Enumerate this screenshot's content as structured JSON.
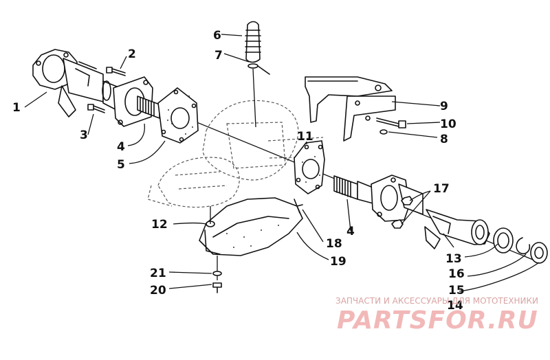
{
  "callouts": [
    {
      "id": "1",
      "text": "1"
    },
    {
      "id": "2",
      "text": "2"
    },
    {
      "id": "3",
      "text": "3"
    },
    {
      "id": "4a",
      "text": "4"
    },
    {
      "id": "5",
      "text": "5"
    },
    {
      "id": "6",
      "text": "6"
    },
    {
      "id": "7",
      "text": "7"
    },
    {
      "id": "8",
      "text": "8"
    },
    {
      "id": "9",
      "text": "9"
    },
    {
      "id": "10",
      "text": "10"
    },
    {
      "id": "11",
      "text": "11"
    },
    {
      "id": "12",
      "text": "12"
    },
    {
      "id": "13",
      "text": "13"
    },
    {
      "id": "14",
      "text": "14"
    },
    {
      "id": "15",
      "text": "15"
    },
    {
      "id": "16",
      "text": "16"
    },
    {
      "id": "17",
      "text": "17"
    },
    {
      "id": "18",
      "text": "18"
    },
    {
      "id": "19",
      "text": "19"
    },
    {
      "id": "20",
      "text": "20"
    },
    {
      "id": "21",
      "text": "21"
    },
    {
      "id": "4b",
      "text": "4"
    }
  ],
  "watermark": {
    "subtitle": "ЗАПЧАСТИ И АКСЕССУАРЫ ДЛЯ МОТОТЕХНИКИ",
    "brand": "PARTSFOR.RU"
  },
  "colors": {
    "ink": "#111111",
    "watermark_light": "#f2b8b8",
    "watermark_text": "#d9a3a3"
  }
}
